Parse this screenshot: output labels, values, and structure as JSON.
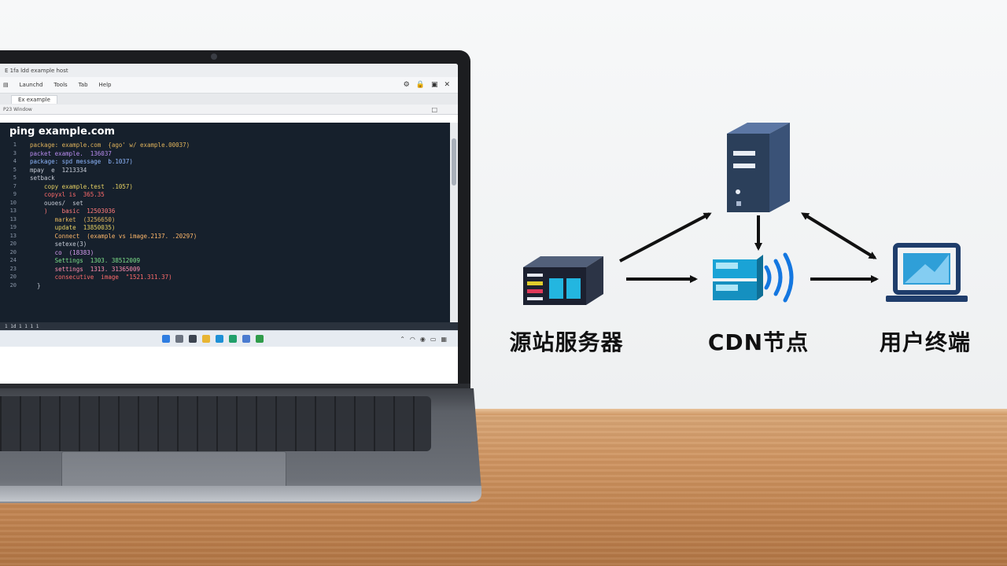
{
  "laptop": {
    "window_title": "E  1fa  ldd  example  host",
    "toolbar_items": [
      "Launchd",
      "Tools",
      "Tab",
      "Help"
    ],
    "tab_label": "Ex  example",
    "window_label": "P23  Window",
    "editor_title": "ping example.com",
    "line_numbers": [
      "1",
      "3",
      "4",
      "5",
      "5",
      "7",
      "9",
      "10",
      "13",
      "13",
      "19",
      "13",
      "20",
      "20",
      "24",
      "23",
      "20",
      "20"
    ],
    "code_lines": [
      {
        "text": "package: example.com  {ago' w/ example.00037)",
        "color": "#e0b35c"
      },
      {
        "text": "packet example.  136037",
        "color": "#b98cf0"
      },
      {
        "text": "package: spd message  b.1037)",
        "color": "#8fb8ff"
      },
      {
        "text": "mpay  e  1213334",
        "color": "#c6cbd6"
      },
      {
        "text": "setback",
        "color": "#c6cbd6"
      },
      {
        "text": "    copy example.test  .1057)",
        "color": "#e6d062"
      },
      {
        "text": "    copyxl is  365.35",
        "color": "#ff6b6b"
      },
      {
        "text": "    ouoes/  set",
        "color": "#c6cbd6"
      },
      {
        "text": "    )    basic  12503036",
        "color": "#ff7a7a"
      },
      {
        "text": "       market  (3256650)",
        "color": "#e0b35c"
      },
      {
        "text": "       update  13850035)",
        "color": "#e6d062"
      },
      {
        "text": "       Connect  (example vs image.2137. .20297)",
        "color": "#ffb86b"
      },
      {
        "text": "       setexe(3)",
        "color": "#c6cbd6"
      },
      {
        "text": "       co  (18383)",
        "color": "#d79bf0"
      },
      {
        "text": "       Settings  1303. 38512009",
        "color": "#7de08a"
      },
      {
        "text": "       settings  1313. 31365009",
        "color": "#ff8fb1"
      },
      {
        "text": "       consecutive  image  \"1521.311.37)",
        "color": "#ff6b6b"
      },
      {
        "text": "  }",
        "color": "#c6cbd6"
      }
    ],
    "status_text": "1 1d   1 1 1 1"
  },
  "diagram": {
    "nodes": [
      {
        "id": "origin",
        "label": "源站服务器",
        "icon": "server-rack-icon"
      },
      {
        "id": "cdn",
        "label": "CDN节点",
        "icon": "cdn-node-icon"
      },
      {
        "id": "user",
        "label": "用户终端",
        "icon": "monitor-icon"
      },
      {
        "id": "tower",
        "label": "",
        "icon": "server-tower-icon"
      }
    ],
    "colors": {
      "server_dark": "#2b3f5a",
      "server_light": "#5c77a4",
      "cdn_cyan": "#1aa3d6",
      "signal_blue": "#1477e0",
      "monitor": "#1f3d6b",
      "arrow": "#111111"
    }
  }
}
